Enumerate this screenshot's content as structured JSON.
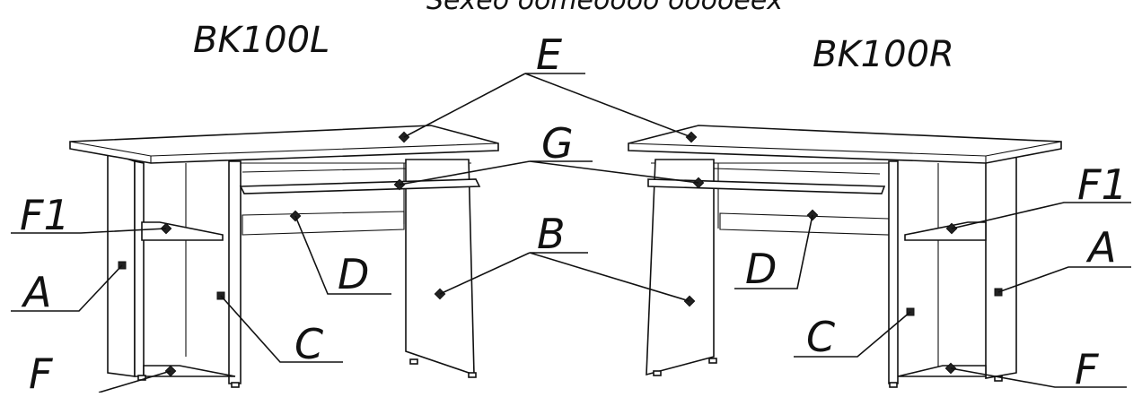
{
  "header_text": "Sexeo oomeoooo ooooeex",
  "models": {
    "left": "BK100L",
    "right": "BK100R"
  },
  "callouts": {
    "A": "A",
    "B": "B",
    "C": "C",
    "D": "D",
    "E": "E",
    "F": "F",
    "F1": "F1",
    "G": "G"
  }
}
